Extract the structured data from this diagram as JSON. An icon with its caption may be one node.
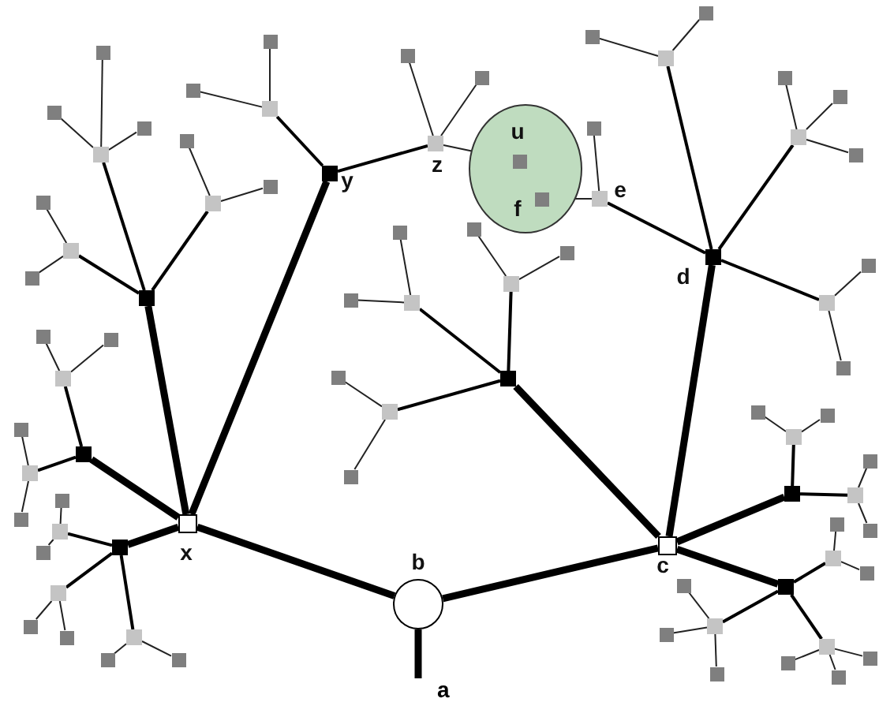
{
  "diagram": {
    "nodes": [
      {
        "text": [],
        "shape": "ellipse"
      },
      {
        "text": [
          "u"
        ],
        "in": 0
      },
      {
        "text": [
          "f"
        ],
        "in": 0
      },
      {
        "text": [
          "y"
        ]
      },
      {
        "text": [
          "z"
        ]
      },
      {
        "text": [
          "e"
        ]
      },
      {
        "text": [
          "d"
        ]
      },
      {
        "text": [
          "x"
        ]
      },
      {
        "text": [
          "c"
        ]
      },
      {
        "text": [
          "b"
        ]
      },
      {
        "text": [
          "a"
        ]
      },
      {
        "text": [],
        "shape": "box"
      },
      {
        "text": [],
        "shape": "box"
      },
      {
        "text": [],
        "shape": "box"
      },
      {
        "text": [],
        "shape": "box"
      },
      {
        "text": [],
        "shape": "box"
      },
      {
        "text": [],
        "shape": "box"
      },
      {
        "text": [],
        "shape": "box"
      },
      {
        "text": [],
        "shape": "box"
      },
      {
        "text": [],
        "shape": "box"
      },
      {
        "text": [],
        "shape": "box"
      },
      {
        "text": [],
        "shape": "box"
      },
      {
        "text": [],
        "shape": "box"
      },
      {
        "text": [],
        "shape": "box"
      },
      {
        "text": [],
        "shape": "box"
      },
      {
        "text": [],
        "shape": "box"
      },
      {
        "text": [],
        "shape": "box"
      },
      {
        "text": [],
        "shape": "box"
      },
      {
        "text": [],
        "shape": "box"
      },
      {
        "text": [],
        "shape": "box"
      },
      {
        "text": [],
        "shape": "box"
      },
      {
        "text": [],
        "shape": "box"
      },
      {
        "text": [],
        "shape": "box"
      },
      {
        "text": [],
        "shape": "box"
      },
      {
        "text": [],
        "shape": "box"
      },
      {
        "text": [],
        "shape": "box"
      },
      {
        "text": [],
        "shape": "box"
      },
      {
        "text": [],
        "shape": "box"
      },
      {
        "text": [],
        "shape": "box"
      },
      {
        "text": [],
        "shape": "box"
      },
      {
        "text": [],
        "shape": "box"
      },
      {
        "text": [],
        "shape": "box"
      },
      {
        "text": [],
        "shape": "box"
      },
      {
        "text": [],
        "shape": "box"
      },
      {
        "text": [],
        "shape": "box"
      },
      {
        "text": [],
        "shape": "box"
      },
      {
        "text": [],
        "shape": "box"
      },
      {
        "text": [],
        "shape": "box"
      },
      {
        "text": [],
        "shape": "box"
      },
      {
        "text": [],
        "shape": "box"
      },
      {
        "text": [],
        "shape": "box"
      },
      {
        "text": [],
        "shape": "box"
      },
      {
        "text": [],
        "shape": "box"
      },
      {
        "text": [],
        "shape": "box"
      },
      {
        "text": [],
        "shape": "box"
      },
      {
        "text": [],
        "shape": "box"
      },
      {
        "text": [],
        "shape": "box"
      },
      {
        "text": [],
        "shape": "box"
      },
      {
        "text": [],
        "shape": "box"
      },
      {
        "text": [],
        "shape": "box"
      },
      {
        "text": [],
        "shape": "box"
      },
      {
        "text": [],
        "shape": "box"
      },
      {
        "text": [],
        "shape": "box"
      },
      {
        "text": [],
        "shape": "box"
      },
      {
        "text": [],
        "shape": "box"
      },
      {
        "text": [],
        "shape": "box"
      },
      {
        "text": [],
        "shape": "box"
      },
      {
        "text": [],
        "shape": "box"
      },
      {
        "text": [],
        "shape": "box"
      },
      {
        "text": [],
        "shape": "box"
      },
      {
        "text": [],
        "shape": "box"
      },
      {
        "text": [],
        "shape": "box"
      },
      {
        "text": [],
        "shape": "box"
      },
      {
        "text": [],
        "shape": "box"
      },
      {
        "text": [],
        "shape": "box"
      },
      {
        "text": [],
        "shape": "box"
      },
      {
        "text": [],
        "shape": "box"
      },
      {
        "text": [],
        "shape": "box"
      },
      {
        "text": [],
        "shape": "box"
      },
      {
        "text": [],
        "shape": "box"
      },
      {
        "text": [],
        "shape": "box"
      },
      {
        "text": [],
        "shape": "box"
      },
      {
        "text": [],
        "shape": "box"
      },
      {
        "text": [],
        "shape": "box"
      }
    ],
    "edges": [
      {
        "from": 9,
        "to": 7,
        "arrow": "none",
        "style": "thick"
      },
      {
        "from": 9,
        "to": 8,
        "arrow": "none",
        "style": "thick"
      },
      {
        "from": 9,
        "to": 10,
        "arrow": "none",
        "style": "thick"
      },
      {
        "from": 7,
        "to": 11,
        "arrow": "none",
        "style": "thick"
      },
      {
        "from": 7,
        "to": 3,
        "arrow": "none",
        "style": "thick"
      },
      {
        "from": 7,
        "to": 67,
        "arrow": "none",
        "style": "thick"
      },
      {
        "from": 7,
        "to": 74,
        "arrow": "none",
        "style": "thick"
      },
      {
        "from": 8,
        "to": 27,
        "arrow": "none",
        "style": "thick"
      },
      {
        "from": 8,
        "to": 6,
        "arrow": "none",
        "style": "thick"
      },
      {
        "from": 8,
        "to": 48,
        "arrow": "none",
        "style": "thick"
      },
      {
        "from": 8,
        "to": 55,
        "arrow": "none",
        "style": "thick"
      },
      {
        "from": 11,
        "to": 12,
        "arrow": "none"
      },
      {
        "from": 12,
        "to": 13,
        "arrow": "none"
      },
      {
        "from": 12,
        "to": 14,
        "arrow": "none"
      },
      {
        "from": 12,
        "to": 15,
        "arrow": "none"
      },
      {
        "from": 11,
        "to": 16,
        "arrow": "none"
      },
      {
        "from": 16,
        "to": 17,
        "arrow": "none"
      },
      {
        "from": 16,
        "to": 18,
        "arrow": "none"
      },
      {
        "from": 11,
        "to": 19,
        "arrow": "none"
      },
      {
        "from": 19,
        "to": 20,
        "arrow": "none"
      },
      {
        "from": 19,
        "to": 21,
        "arrow": "none"
      },
      {
        "from": 3,
        "to": 22,
        "arrow": "none"
      },
      {
        "from": 22,
        "to": 23,
        "arrow": "none"
      },
      {
        "from": 22,
        "to": 24,
        "arrow": "none"
      },
      {
        "from": 3,
        "to": 4,
        "arrow": "none"
      },
      {
        "from": 4,
        "to": 25,
        "arrow": "none"
      },
      {
        "from": 4,
        "to": 26,
        "arrow": "none"
      },
      {
        "from": 4,
        "to": 1,
        "arrow": "none"
      },
      {
        "from": 27,
        "to": 28,
        "arrow": "none"
      },
      {
        "from": 28,
        "to": 29,
        "arrow": "none"
      },
      {
        "from": 28,
        "to": 30,
        "arrow": "none"
      },
      {
        "from": 27,
        "to": 31,
        "arrow": "none"
      },
      {
        "from": 31,
        "to": 32,
        "arrow": "none"
      },
      {
        "from": 31,
        "to": 33,
        "arrow": "none"
      },
      {
        "from": 27,
        "to": 34,
        "arrow": "none"
      },
      {
        "from": 34,
        "to": 35,
        "arrow": "none"
      },
      {
        "from": 34,
        "to": 36,
        "arrow": "none"
      },
      {
        "from": 6,
        "to": 5,
        "arrow": "none"
      },
      {
        "from": 5,
        "to": 37,
        "arrow": "none"
      },
      {
        "from": 5,
        "to": 2,
        "arrow": "none"
      },
      {
        "from": 6,
        "to": 38,
        "arrow": "none"
      },
      {
        "from": 38,
        "to": 39,
        "arrow": "none"
      },
      {
        "from": 38,
        "to": 40,
        "arrow": "none"
      },
      {
        "from": 6,
        "to": 41,
        "arrow": "none"
      },
      {
        "from": 41,
        "to": 42,
        "arrow": "none"
      },
      {
        "from": 41,
        "to": 43,
        "arrow": "none"
      },
      {
        "from": 41,
        "to": 44,
        "arrow": "none"
      },
      {
        "from": 6,
        "to": 45,
        "arrow": "none"
      },
      {
        "from": 45,
        "to": 46,
        "arrow": "none"
      },
      {
        "from": 45,
        "to": 47,
        "arrow": "none"
      },
      {
        "from": 48,
        "to": 49,
        "arrow": "none"
      },
      {
        "from": 49,
        "to": 50,
        "arrow": "none"
      },
      {
        "from": 49,
        "to": 51,
        "arrow": "none"
      },
      {
        "from": 48,
        "to": 52,
        "arrow": "none"
      },
      {
        "from": 52,
        "to": 53,
        "arrow": "none"
      },
      {
        "from": 52,
        "to": 54,
        "arrow": "none"
      },
      {
        "from": 55,
        "to": 56,
        "arrow": "none"
      },
      {
        "from": 56,
        "to": 57,
        "arrow": "none"
      },
      {
        "from": 56,
        "to": 58,
        "arrow": "none"
      },
      {
        "from": 55,
        "to": 59,
        "arrow": "none"
      },
      {
        "from": 59,
        "to": 60,
        "arrow": "none"
      },
      {
        "from": 59,
        "to": 61,
        "arrow": "none"
      },
      {
        "from": 59,
        "to": 62,
        "arrow": "none"
      },
      {
        "from": 55,
        "to": 63,
        "arrow": "none"
      },
      {
        "from": 63,
        "to": 64,
        "arrow": "none"
      },
      {
        "from": 63,
        "to": 65,
        "arrow": "none"
      },
      {
        "from": 63,
        "to": 66,
        "arrow": "none"
      },
      {
        "from": 67,
        "to": 68,
        "arrow": "none"
      },
      {
        "from": 68,
        "to": 69,
        "arrow": "none"
      },
      {
        "from": 68,
        "to": 70,
        "arrow": "none"
      },
      {
        "from": 67,
        "to": 71,
        "arrow": "none"
      },
      {
        "from": 71,
        "to": 72,
        "arrow": "none"
      },
      {
        "from": 71,
        "to": 73,
        "arrow": "none"
      },
      {
        "from": 74,
        "to": 75,
        "arrow": "none"
      },
      {
        "from": 75,
        "to": 76,
        "arrow": "none"
      },
      {
        "from": 75,
        "to": 77,
        "arrow": "none"
      },
      {
        "from": 74,
        "to": 78,
        "arrow": "none"
      },
      {
        "from": 78,
        "to": 79,
        "arrow": "none"
      },
      {
        "from": 78,
        "to": 80,
        "arrow": "none"
      },
      {
        "from": 74,
        "to": 81,
        "arrow": "none"
      },
      {
        "from": 81,
        "to": 82,
        "arrow": "none"
      },
      {
        "from": 81,
        "to": 83,
        "arrow": "none"
      }
    ]
  }
}
